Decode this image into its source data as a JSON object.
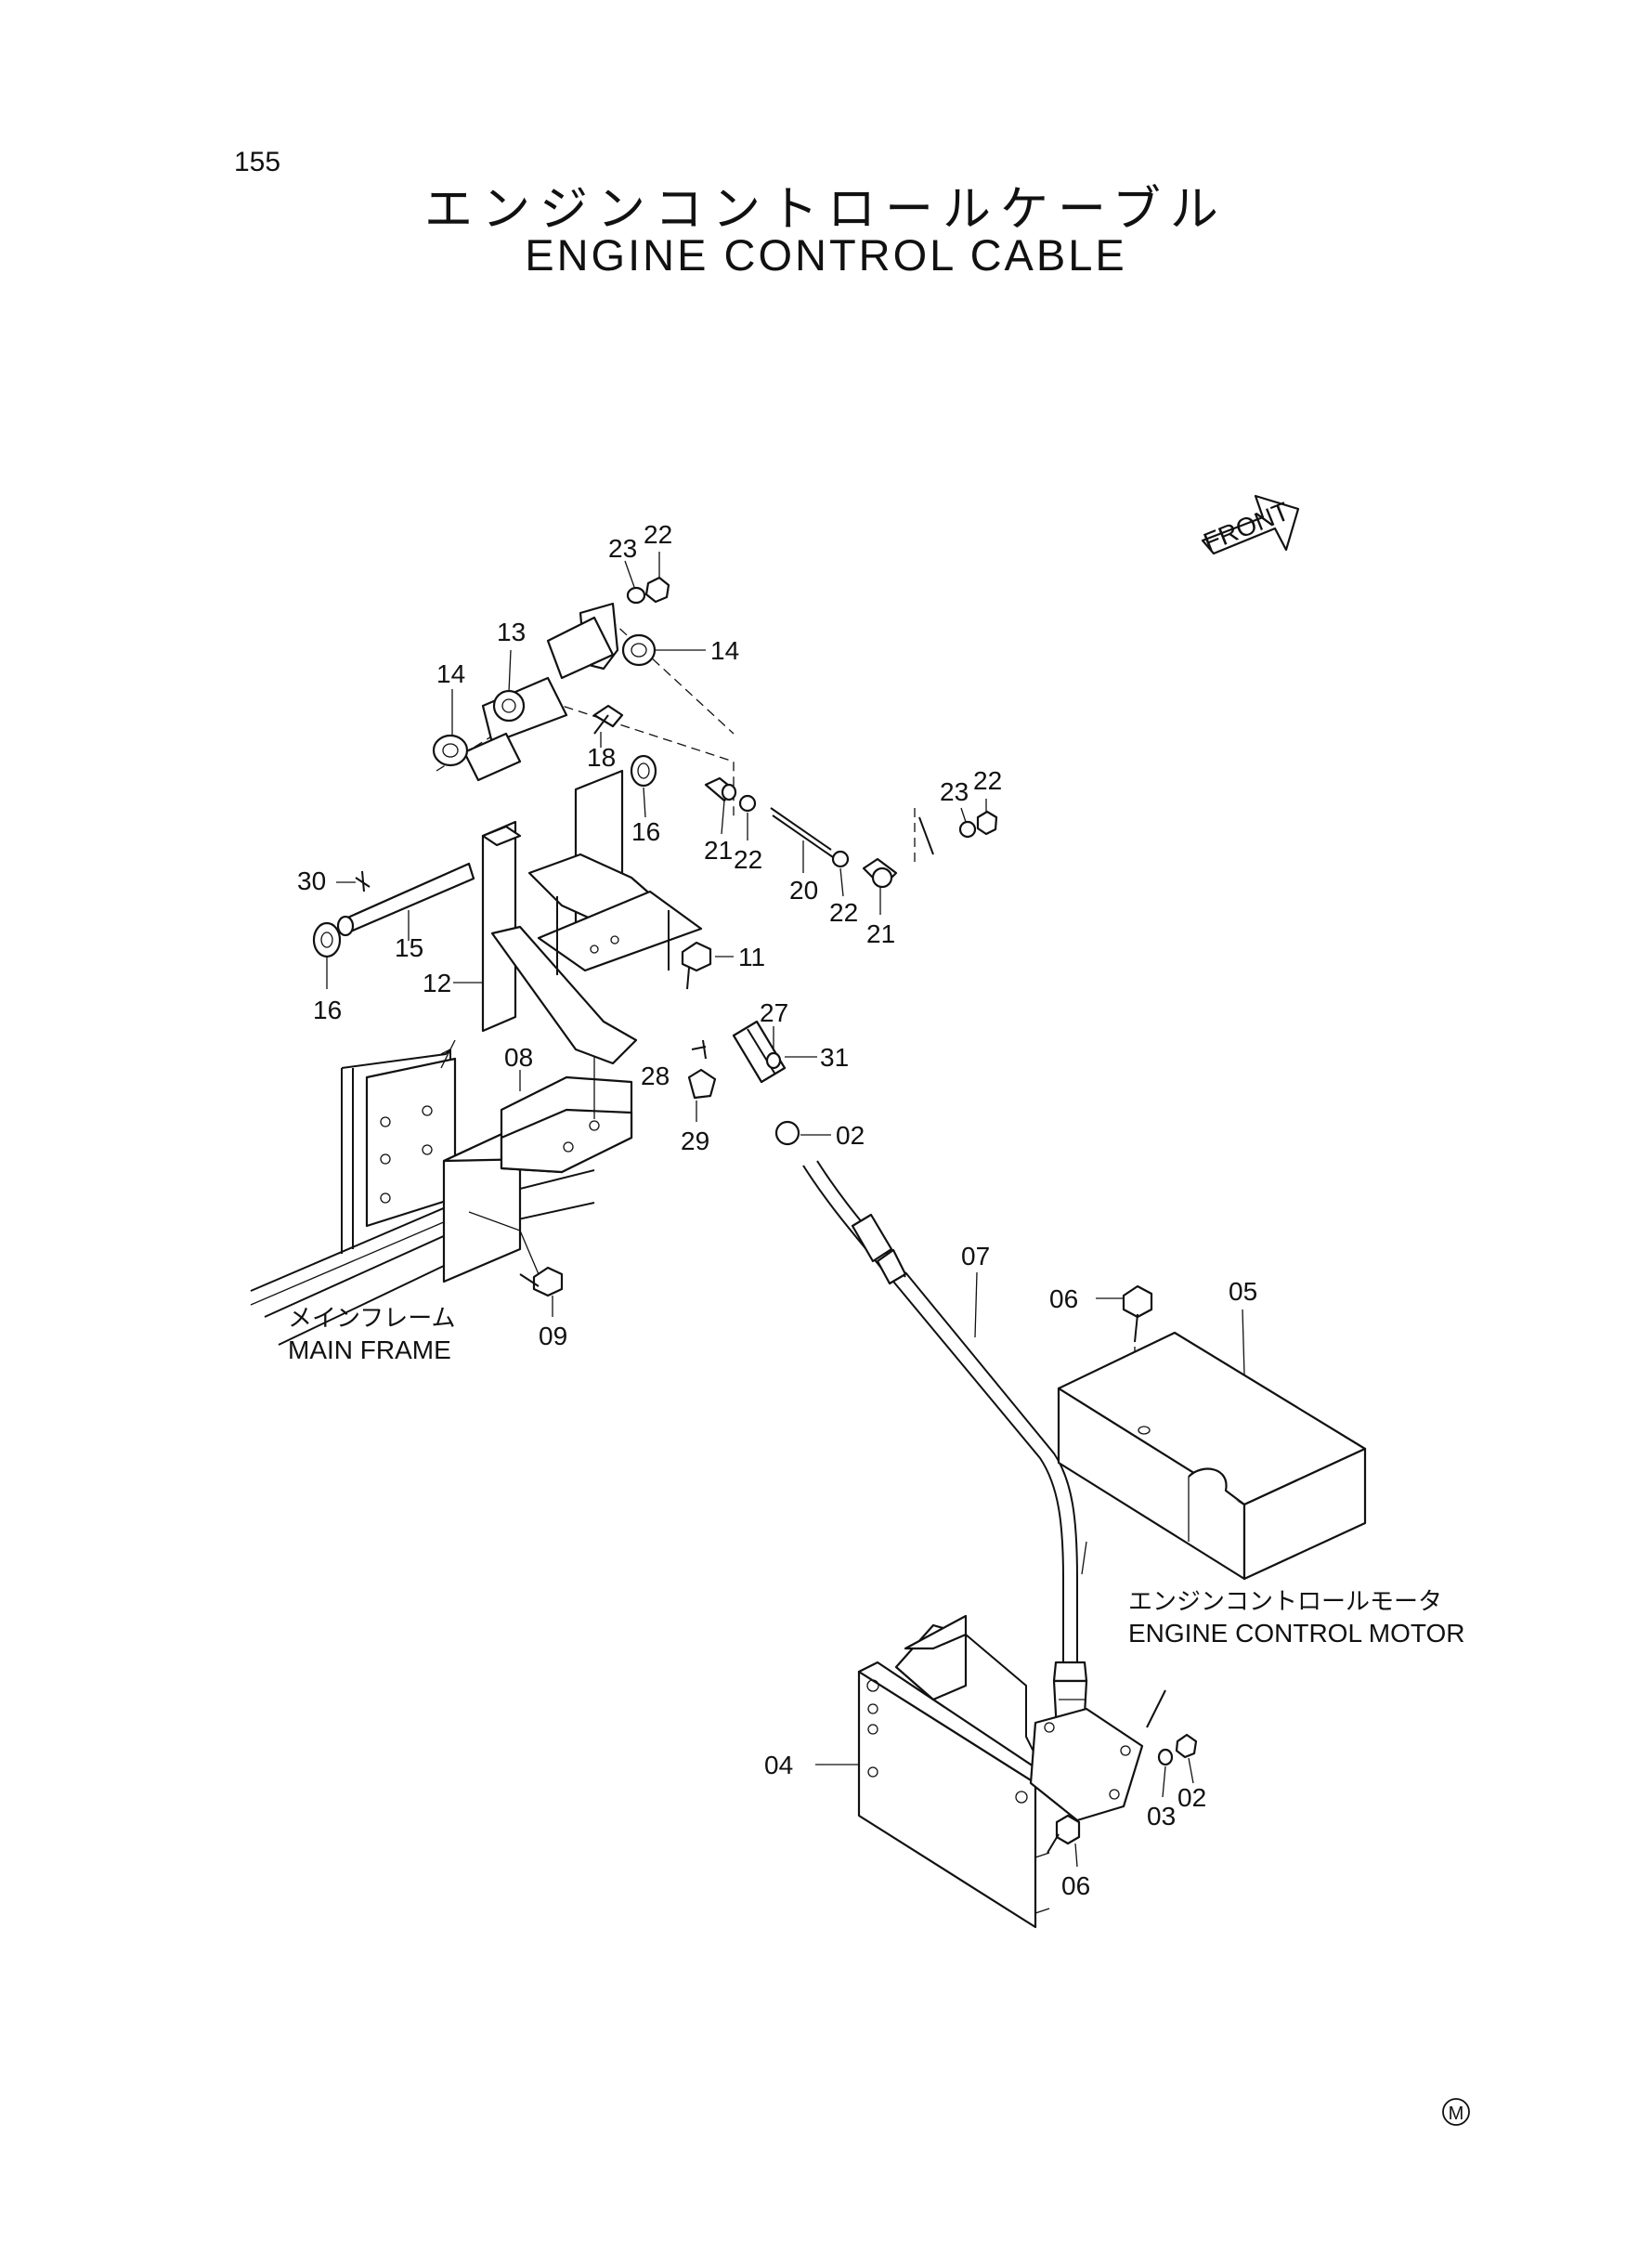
{
  "header": {
    "page_number": "155",
    "title_jp": "エンジンコントロールケーブル",
    "title_en": "ENGINE CONTROL CABLE"
  },
  "front_mark": "FRONT",
  "captions": {
    "main_frame_jp": "メインフレーム",
    "main_frame_en": "MAIN FRAME",
    "motor_jp": "エンジンコントロールモータ",
    "motor_en": "ENGINE CONTROL MOTOR"
  },
  "callouts": [
    {
      "id": "c23a",
      "text": "23"
    },
    {
      "id": "c22a",
      "text": "22"
    },
    {
      "id": "c13",
      "text": "13"
    },
    {
      "id": "c14a",
      "text": "14"
    },
    {
      "id": "c14b",
      "text": "14"
    },
    {
      "id": "c18",
      "text": "18"
    },
    {
      "id": "c16a",
      "text": "16"
    },
    {
      "id": "c21a",
      "text": "21"
    },
    {
      "id": "c22b",
      "text": "22"
    },
    {
      "id": "c20",
      "text": "20"
    },
    {
      "id": "c22c",
      "text": "22"
    },
    {
      "id": "c21b",
      "text": "21"
    },
    {
      "id": "c23b",
      "text": "23"
    },
    {
      "id": "c22d",
      "text": "22"
    },
    {
      "id": "c30",
      "text": "30"
    },
    {
      "id": "c15",
      "text": "15"
    },
    {
      "id": "c12",
      "text": "12"
    },
    {
      "id": "c16b",
      "text": "16"
    },
    {
      "id": "c11",
      "text": "11"
    },
    {
      "id": "c27",
      "text": "27"
    },
    {
      "id": "c28",
      "text": "28"
    },
    {
      "id": "c31",
      "text": "31"
    },
    {
      "id": "c29",
      "text": "29"
    },
    {
      "id": "c02a",
      "text": "02"
    },
    {
      "id": "c08",
      "text": "08"
    },
    {
      "id": "c09",
      "text": "09"
    },
    {
      "id": "c07",
      "text": "07"
    },
    {
      "id": "c06a",
      "text": "06"
    },
    {
      "id": "c05",
      "text": "05"
    },
    {
      "id": "c04",
      "text": "04"
    },
    {
      "id": "c03",
      "text": "03"
    },
    {
      "id": "c02b",
      "text": "02"
    },
    {
      "id": "c06b",
      "text": "06"
    }
  ],
  "footer_mark": "M"
}
